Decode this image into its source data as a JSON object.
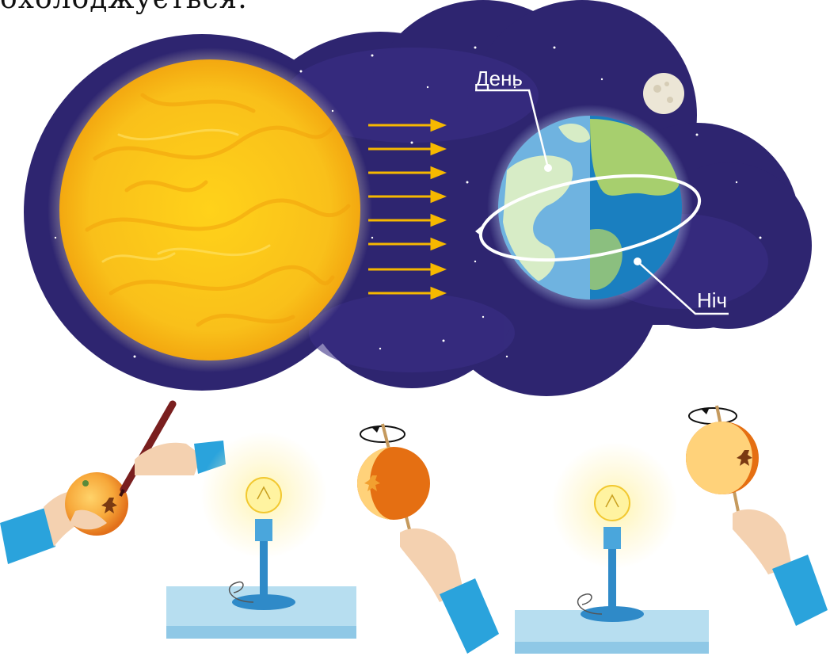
{
  "top_text": "охолоджується.",
  "labels": {
    "day": "День",
    "night": "Ніч"
  },
  "colors": {
    "space": "#2e2570",
    "sun": "#f9c01a",
    "sun_rays": "#f6b800",
    "ocean_day": "#6fb3e0",
    "ocean_night": "#1a7fc0",
    "land_day": "#d7ecc6",
    "land_night": "#a7cf6e",
    "orange": "#f08c1a",
    "lamp_stand": "#2f8ac8",
    "table": "#b7def0",
    "sleeve": "#2aa3dc",
    "skin": "#f4d1b0"
  },
  "icons": [
    "sun-icon",
    "earth-icon",
    "moon-icon",
    "lamp-icon",
    "orange-icon",
    "hand-icon",
    "marker-icon",
    "rotation-arrow-icon"
  ]
}
